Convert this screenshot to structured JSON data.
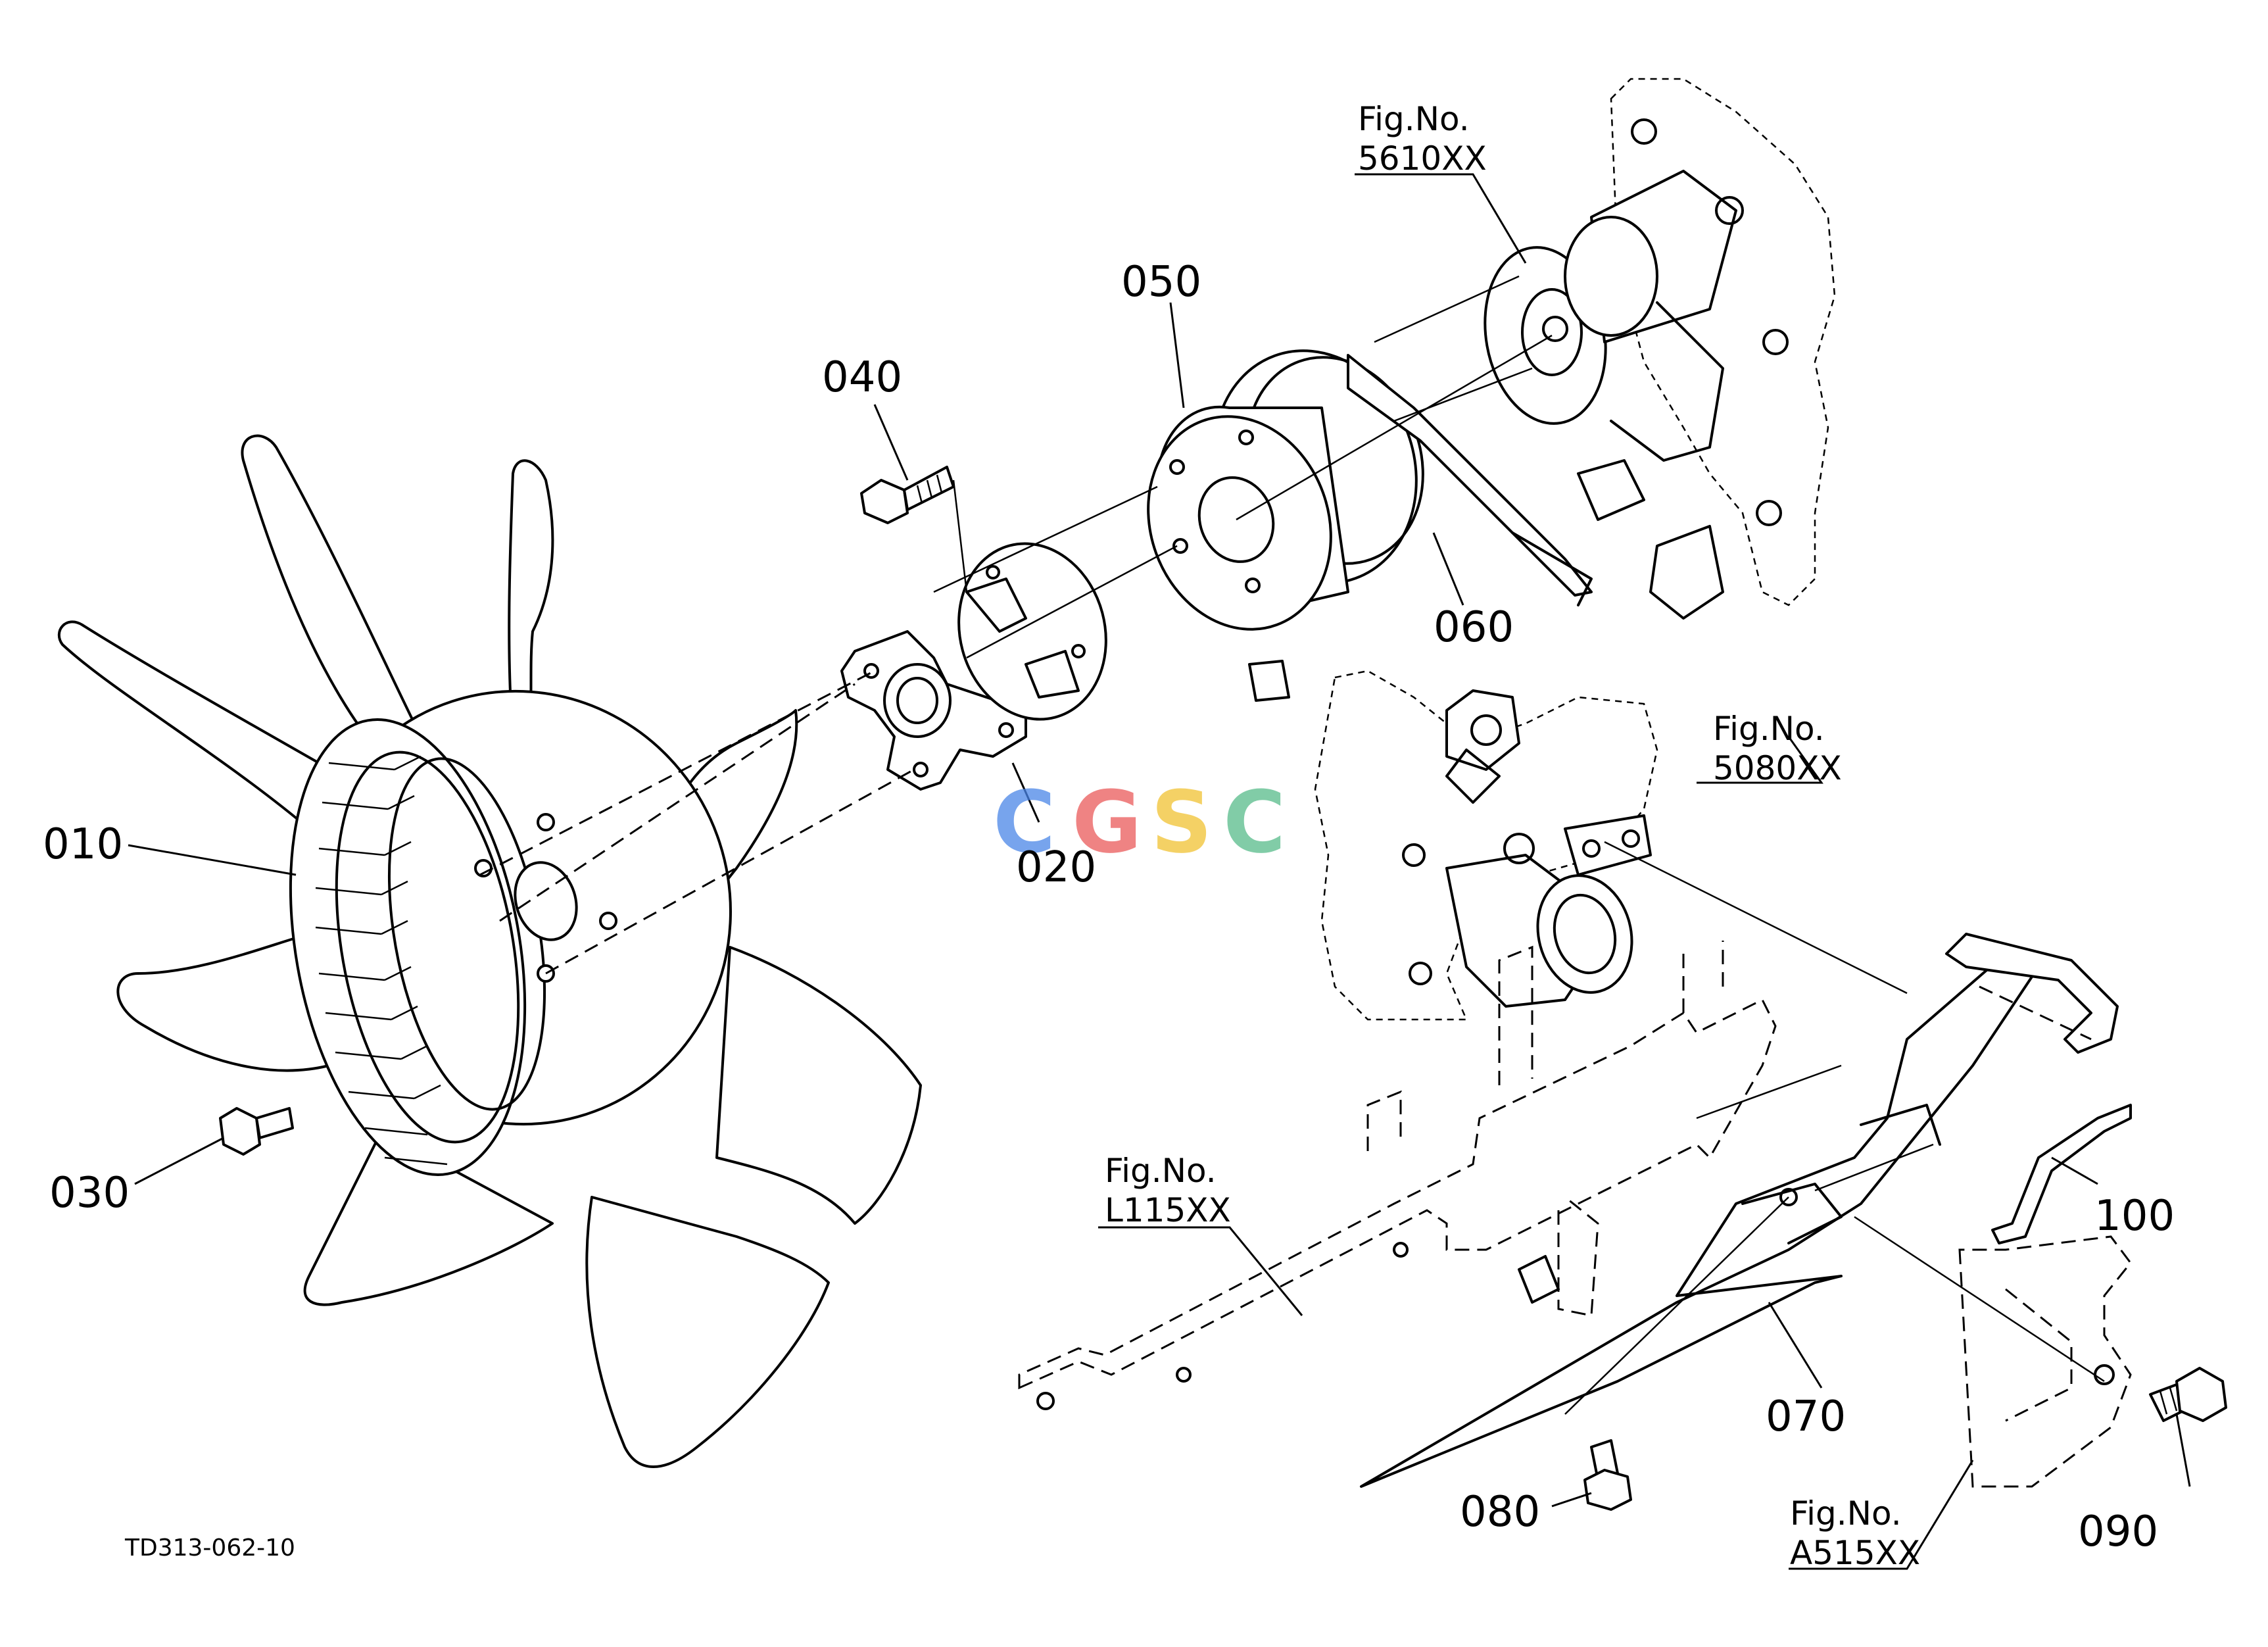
{
  "diagram_code": "TD313-062-10",
  "watermark": {
    "text": "CGSC",
    "colors": [
      "#4a86e8",
      "#ea5a5a",
      "#f1c232",
      "#57bb8a"
    ]
  },
  "parts": [
    {
      "id": "010",
      "name": "fan"
    },
    {
      "id": "020",
      "name": "spacer"
    },
    {
      "id": "030",
      "name": "bolt"
    },
    {
      "id": "040",
      "name": "bolt"
    },
    {
      "id": "050",
      "name": "pulley"
    },
    {
      "id": "060",
      "name": "v-belt"
    },
    {
      "id": "070",
      "name": "guard"
    },
    {
      "id": "080",
      "name": "bolt"
    },
    {
      "id": "090",
      "name": "bolt"
    },
    {
      "id": "100",
      "name": "bracket"
    }
  ],
  "part_labels": {
    "p010": "010",
    "p020": "020",
    "p030": "030",
    "p040": "040",
    "p050": "050",
    "p060": "060",
    "p070": "070",
    "p080": "080",
    "p090": "090",
    "p100": "100"
  },
  "figure_refs": {
    "fig_5610": {
      "prefix": "Fig.No.",
      "number": "5610XX"
    },
    "fig_5080": {
      "prefix": "Fig.No.",
      "number": "5080XX"
    },
    "fig_l115": {
      "prefix": "Fig.No.",
      "number": "L115XX"
    },
    "fig_a515": {
      "prefix": "Fig.No.",
      "number": "A515XX"
    }
  }
}
